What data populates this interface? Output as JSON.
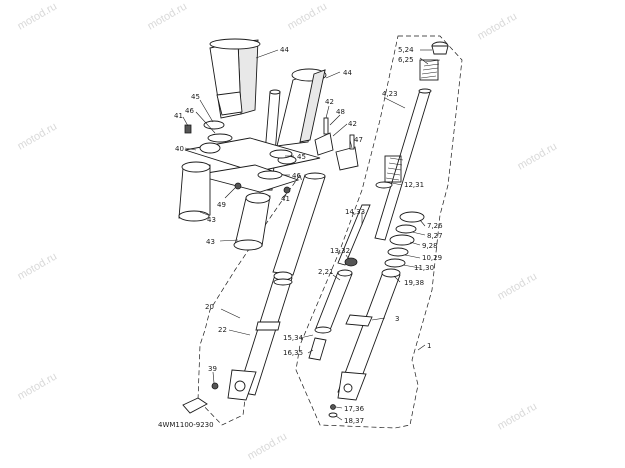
{
  "diagram": {
    "drawing_code": "4WM1100-9230",
    "watermark": "motod.ru",
    "callouts": {
      "c44a": "44",
      "c44b": "44",
      "c45a": "45",
      "c46a": "46",
      "c41a": "41",
      "c40": "40",
      "c42a": "42",
      "c48": "48",
      "c42b": "42",
      "c47": "47",
      "c45b": "45",
      "c46b": "46",
      "c41b": "41",
      "c49": "49",
      "c43a": "43",
      "c43b": "43",
      "c524": "5,24",
      "c625": "6,25",
      "c423": "4,23",
      "c1231": "12,31",
      "c1433": "14,33",
      "c726": "7,26",
      "c827": "8,27",
      "c928": "9,28",
      "c1029": "10,29",
      "c1332": "13,32",
      "c1130": "11,30",
      "c221": "2,21",
      "c1938": "19,38",
      "c20": "20",
      "c3": "3",
      "c22": "22",
      "c1534": "15,34",
      "c1635": "16,35",
      "c1": "1",
      "c39": "39",
      "c1736": "17,36",
      "c1837": "18,37"
    }
  }
}
